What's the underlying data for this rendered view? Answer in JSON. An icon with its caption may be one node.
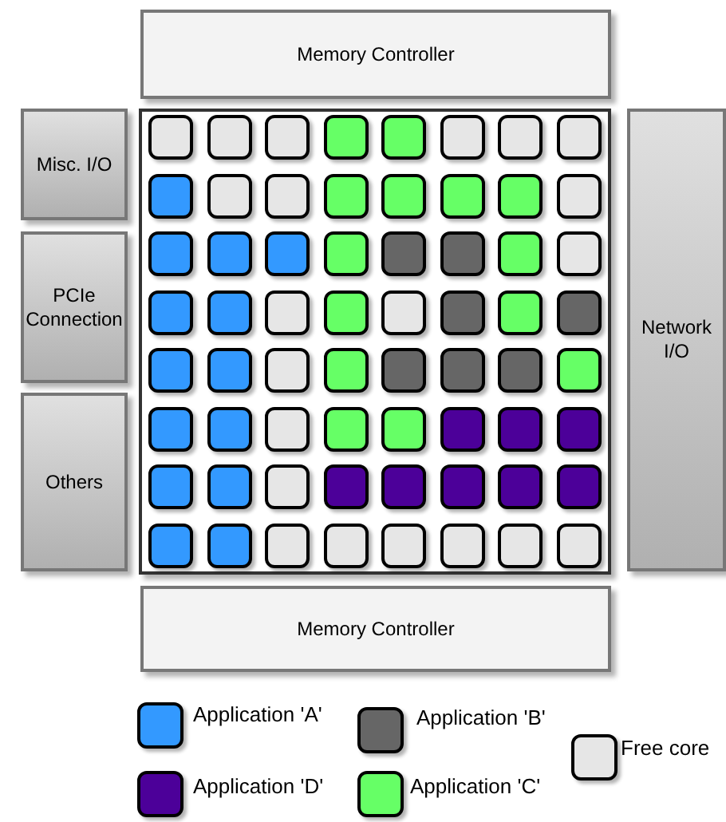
{
  "diagram": {
    "nodes": [
      {
        "text": [
          "Memory Controller"
        ]
      },
      {
        "text": [
          "Misc. I/O"
        ]
      },
      {
        "text": [
          "PCIe Connection"
        ]
      },
      {
        "text": [
          "Others"
        ]
      },
      {
        "text": [],
        "shape": "box"
      },
      {
        "text": [
          "Network I/O"
        ]
      },
      {
        "text": [
          "Memory Controller"
        ]
      }
    ],
    "legend": [
      {
        "text": "Application 'A'",
        "color": "#3399ff"
      },
      {
        "text": "Application 'B'",
        "color": "#666666"
      },
      {
        "text": "Free core",
        "color": "#e6e6e6"
      },
      {
        "text": "Application 'D'",
        "color": "#4c0099"
      },
      {
        "text": "Application 'C'",
        "color": "#66ff66"
      }
    ]
  }
}
